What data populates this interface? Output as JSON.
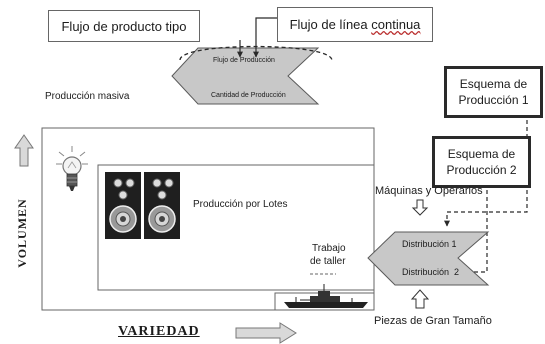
{
  "labels": {
    "flujo_producto_tipo": "Flujo de producto tipo",
    "flujo_linea_continua_prefix": "Flujo de línea ",
    "flujo_linea_continua_underlined": "continua",
    "flujo_de_produccion": "Flujo de Producción",
    "cantidad_de_produccion": "Cantidad de Producción",
    "produccion_masiva": "Producción masiva",
    "produccion_por_lotes": "Producción por Lotes",
    "trabajo_de_taller_1": "Trabajo",
    "trabajo_de_taller_2": "de taller",
    "esquema_1_line1": "Esquema de",
    "esquema_1_line2": "Producción 1",
    "esquema_2_line1": "Esquema de",
    "esquema_2_line2": "Producción 2",
    "maquinas_y_operarios": "Máquinas y Operarios",
    "distribucion_1": "Distribución 1",
    "distribucion_2": "Distribución  2",
    "piezas_de_gran_tamano": "Piezas de Gran Tamaño",
    "volumen": "VOLUMEN",
    "variedad": "VARIEDAD"
  },
  "icons": {
    "bulb": "light-bulb-icon",
    "speakers": "speaker-icon",
    "ship": "ship-icon"
  },
  "colors": {
    "shape_fill": "#c8c8c8",
    "arrow_fill": "#d9d9d9",
    "line": "#2a2a2a"
  }
}
